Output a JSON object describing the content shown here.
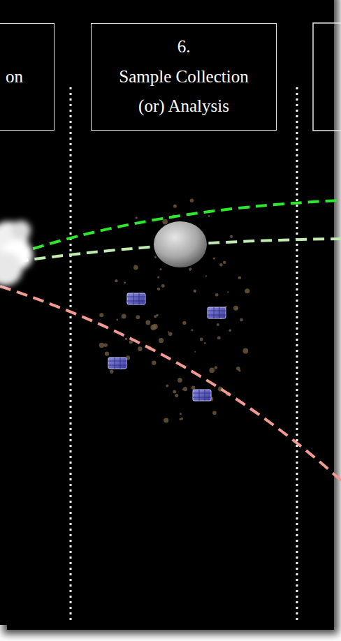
{
  "diagram": {
    "nodes": [
      {
        "text": [
          "on"
        ]
      },
      {
        "text": [
          "6.",
          "Sample Collection (or) Analysis"
        ]
      }
    ]
  }
}
